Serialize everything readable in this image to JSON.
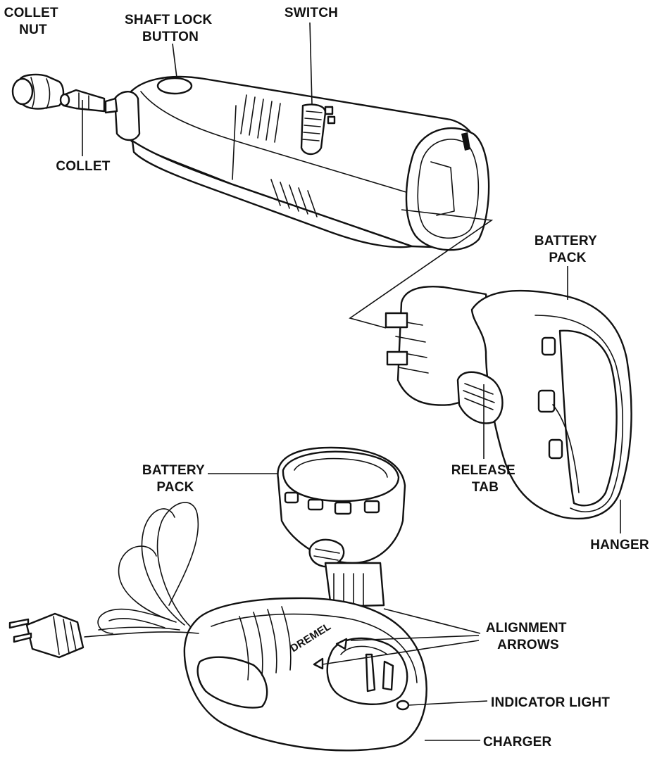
{
  "labels": {
    "collet_nut": [
      "COLLET",
      "NUT"
    ],
    "shaft_lock_button": [
      "SHAFT LOCK",
      "BUTTON"
    ],
    "switch": [
      "SWITCH"
    ],
    "collet": [
      "COLLET"
    ],
    "battery_pack_top": [
      "BATTERY",
      "PACK"
    ],
    "release_tab": [
      "RELEASE",
      "TAB"
    ],
    "hanger": [
      "HANGER"
    ],
    "battery_pack_left": [
      "BATTERY",
      "PACK"
    ],
    "alignment_arrows": [
      "ALIGNMENT",
      "ARROWS"
    ],
    "indicator_light": [
      "INDICATOR LIGHT"
    ],
    "charger": [
      "CHARGER"
    ]
  },
  "brand_mark": "DREMEL",
  "colors": {
    "ink": "#111111",
    "paper": "#ffffff"
  }
}
